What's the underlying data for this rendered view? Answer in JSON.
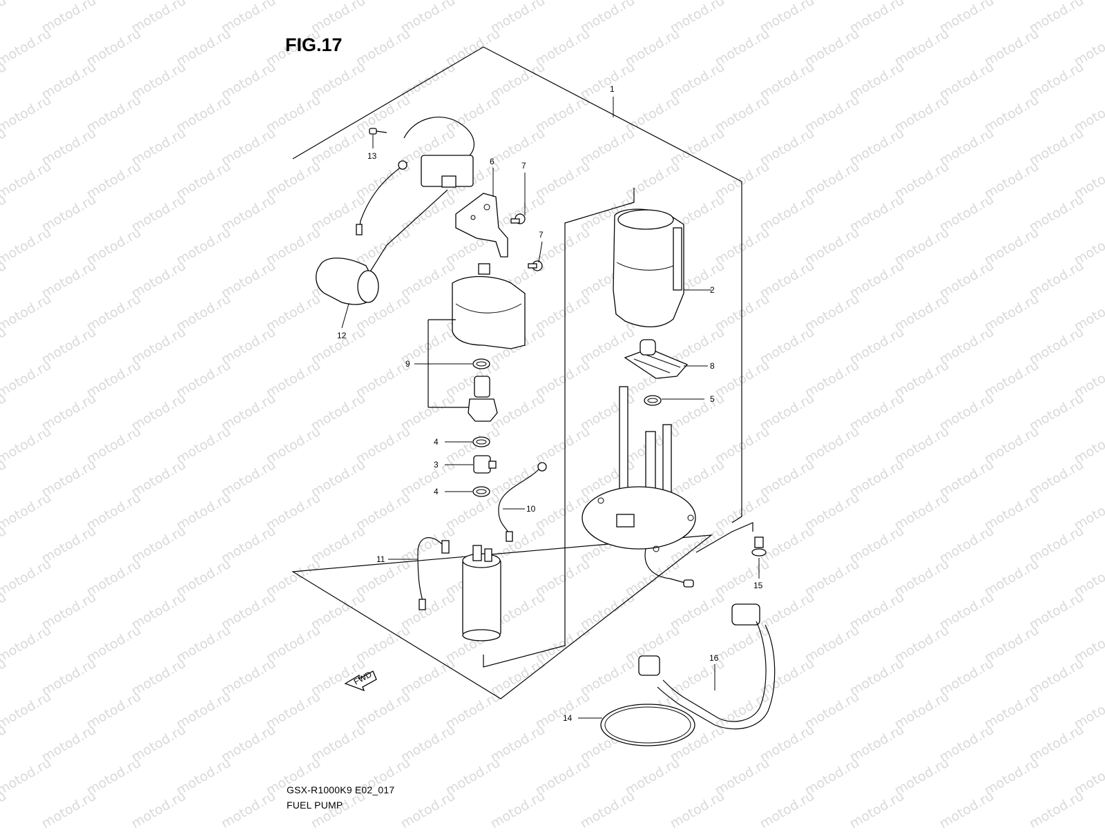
{
  "figure": {
    "title": "FIG.17",
    "model_code": "GSX-R1000K9 E02_017",
    "assembly_name": "FUEL PUMP",
    "watermark": "motod.ru",
    "direction_label": "FWD"
  },
  "callouts": [
    {
      "id": "c1",
      "label": "1"
    },
    {
      "id": "c2",
      "label": "2"
    },
    {
      "id": "c3",
      "label": "3"
    },
    {
      "id": "c4a",
      "label": "4"
    },
    {
      "id": "c4b",
      "label": "4"
    },
    {
      "id": "c5",
      "label": "5"
    },
    {
      "id": "c6",
      "label": "6"
    },
    {
      "id": "c7a",
      "label": "7"
    },
    {
      "id": "c7b",
      "label": "7"
    },
    {
      "id": "c8",
      "label": "8"
    },
    {
      "id": "c9",
      "label": "9"
    },
    {
      "id": "c10",
      "label": "10"
    },
    {
      "id": "c11",
      "label": "11"
    },
    {
      "id": "c12",
      "label": "12"
    },
    {
      "id": "c13",
      "label": "13"
    },
    {
      "id": "c14",
      "label": "14"
    },
    {
      "id": "c15",
      "label": "15"
    },
    {
      "id": "c16",
      "label": "16"
    }
  ],
  "colors": {
    "ink": "#000000",
    "paper": "#ffffff",
    "watermark": "#d9d9d9"
  }
}
